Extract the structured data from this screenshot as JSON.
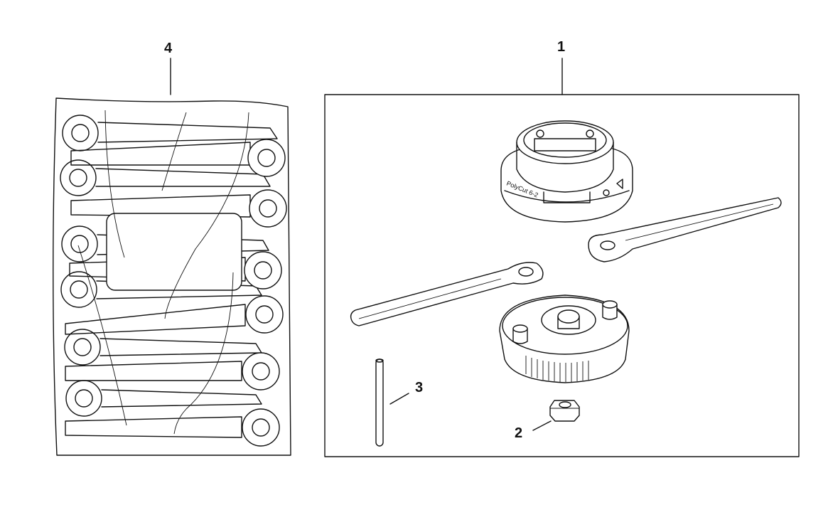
{
  "diagram": {
    "type": "exploded-parts-diagram",
    "callouts": [
      {
        "id": "1",
        "part": "cutting-head-kit"
      },
      {
        "id": "2",
        "part": "nut"
      },
      {
        "id": "3",
        "part": "locking-pin"
      },
      {
        "id": "4",
        "part": "replacement-blade-pack"
      }
    ],
    "product_label": "PolyCut 6-2",
    "colors": {
      "line": "#111111",
      "background": "#ffffff"
    }
  }
}
